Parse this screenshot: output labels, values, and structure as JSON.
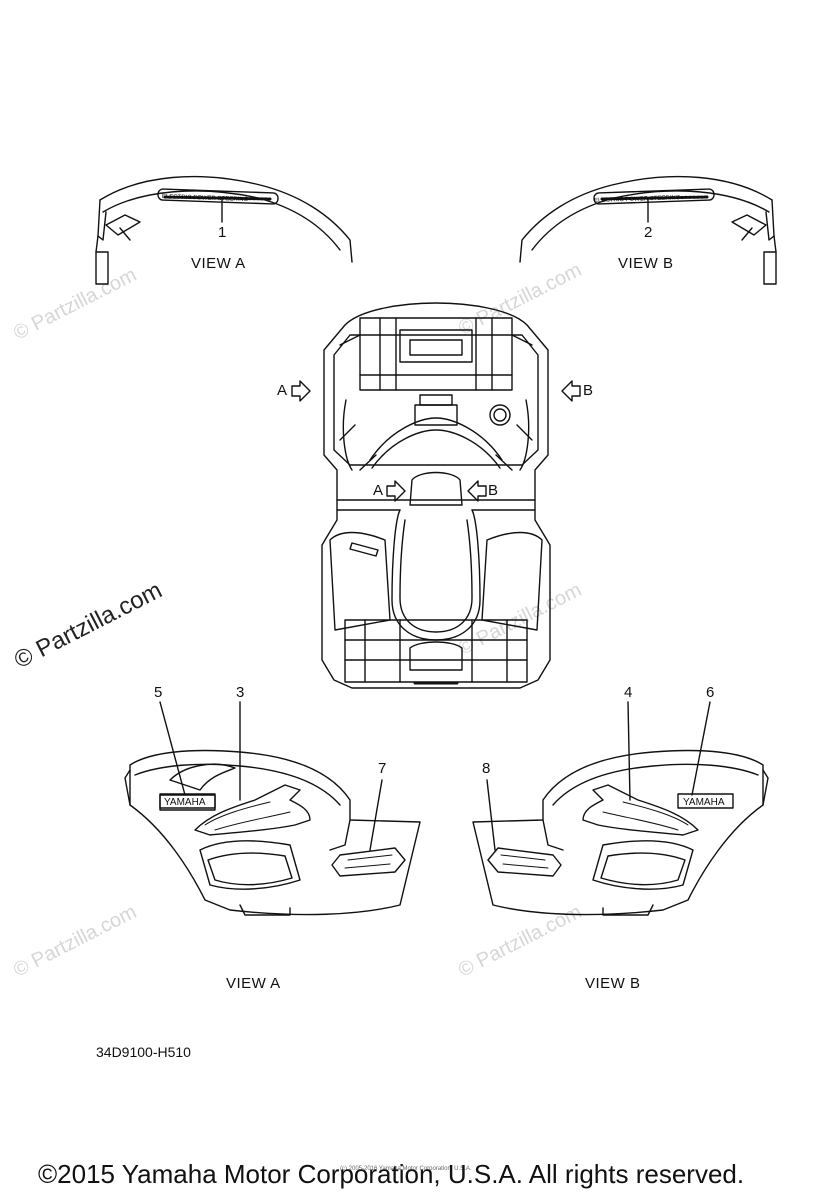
{
  "views": {
    "top_left": "VIEW A",
    "top_right": "VIEW B",
    "bottom_left": "VIEW A",
    "bottom_right": "VIEW B"
  },
  "callouts": [
    "1",
    "2",
    "3",
    "4",
    "5",
    "6",
    "7",
    "8"
  ],
  "arrows": {
    "outer_left": "A",
    "outer_right": "B",
    "inner_left": "A",
    "inner_right": "B"
  },
  "decals": {
    "fender_strip": "ELECTRIC POWER STEERING",
    "brand": "YAMAHA"
  },
  "part_code": "34D9100-H510",
  "copyright": "©2015 Yamaha Motor Corporation, U.S.A. All rights reserved.",
  "copyright_small": "(c) 2005-2016 Yamaha Motor Corporation, U.S.A.",
  "watermarks": {
    "site": "© Partzilla.com",
    "site_big": "© Partzilla.com"
  }
}
